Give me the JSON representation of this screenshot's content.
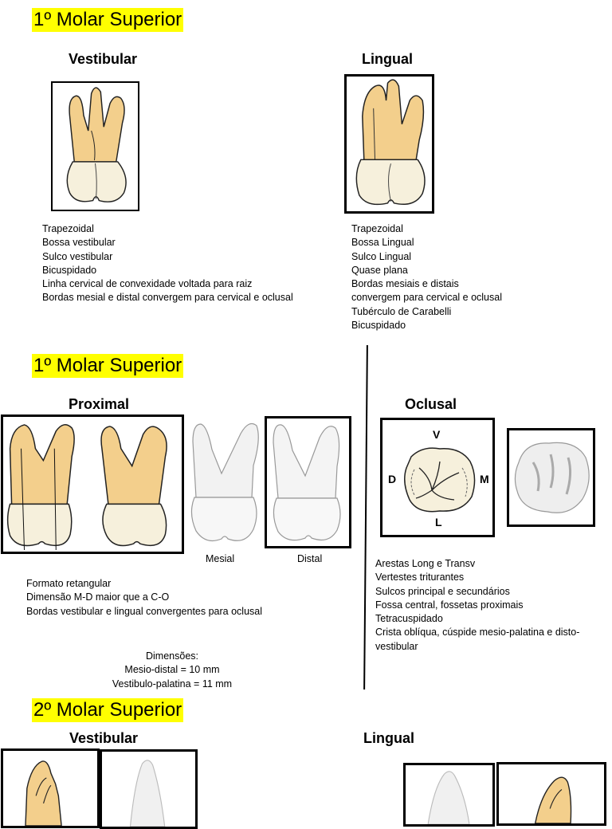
{
  "section1": {
    "title": "1º Molar Superior",
    "vestibular": {
      "heading": "Vestibular",
      "notes": [
        "Trapezoidal",
        "Bossa vestibular",
        "Sulco vestibular",
        "Bicuspidado",
        "Linha cervical de convexidade voltada para raiz",
        "Bordas mesial e distal convergem para cervical e oclusal"
      ]
    },
    "lingual": {
      "heading": "Lingual",
      "notes": [
        "Trapezoidal",
        "Bossa Lingual",
        "Sulco Lingual",
        "Quase plana",
        "Bordas mesiais e distais",
        "convergem para cervical e oclusal",
        "Tubérculo de Carabelli",
        "Bicuspidado"
      ]
    }
  },
  "section2": {
    "title": "1º Molar Superior",
    "proximal": {
      "heading": "Proximal",
      "image_labels": {
        "mesial": "Mesial",
        "distal": "Distal"
      },
      "notes": [
        "Formato retangular",
        "Dimensão M-D maior que a C-O",
        "Bordas vestibular e lingual convergentes para oclusal"
      ],
      "dimensions": [
        "Dimensões:",
        "Mesio-distal = 10 mm",
        "Vestibulo-palatina = 11 mm"
      ]
    },
    "oclusal": {
      "heading": "Oclusal",
      "orientation": {
        "v": "V",
        "l": "L",
        "d": "D",
        "m": "M"
      },
      "notes": [
        "Arestas Long e Transv",
        "Vertestes triturantes",
        "Sulcos principal e secundários",
        "Fossa central, fossetas proximais",
        "Tetracuspidado",
        "Crista oblíqua, cúspide mesio-palatina e disto-",
        "vestibular"
      ]
    }
  },
  "section3": {
    "title": "2º Molar Superior",
    "vestibular": {
      "heading": "Vestibular"
    },
    "lingual": {
      "heading": "Lingual"
    }
  },
  "colors": {
    "highlight": "#ffff00",
    "root": "#f3cf8c",
    "crown": "#f6f0dc"
  }
}
